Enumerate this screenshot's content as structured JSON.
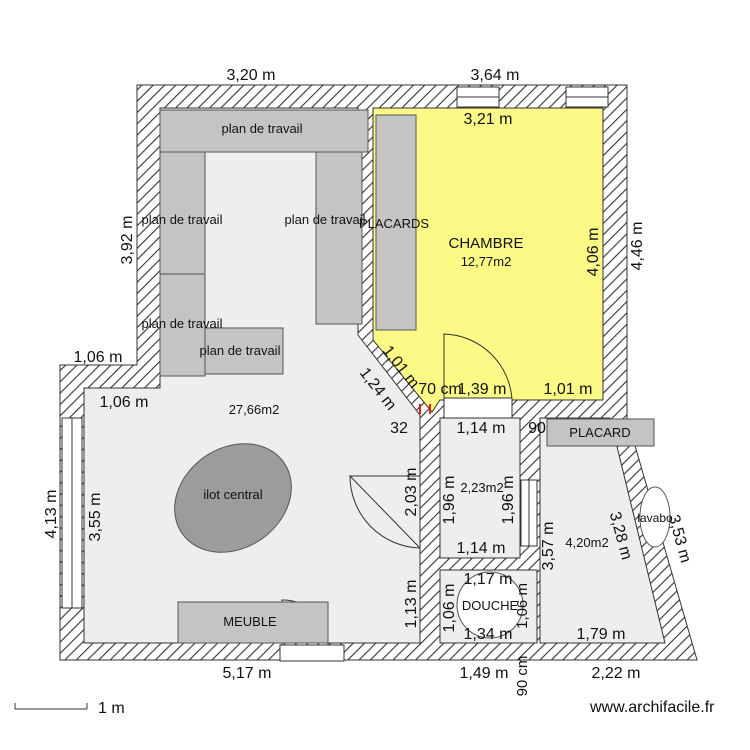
{
  "colors": {
    "wall_hatch": "#333333",
    "floor": "#eeeeef",
    "bedroom": "#fbfa86",
    "furniture": "#c4c4c6",
    "furniture_stroke": "#555555",
    "ilot": "#9c9c9c",
    "door_red": "#e02020"
  },
  "rooms": {
    "bedroom_name": "CHAMBRE",
    "bedroom_area": "12,77m2",
    "main_area": "27,66m2",
    "bath_area": "2,23m2",
    "right_area": "4,20m2"
  },
  "furniture": {
    "counter_top": "plan de travail",
    "counter_left": "plan de travail",
    "counter_mid": "plan de travail",
    "counter_lower_left": "plan de travail",
    "counter_small": "plan de travail",
    "closets": "PLACARDS",
    "placard": "PLACARD",
    "ilot": "ilot central",
    "meuble": "MEUBLE",
    "douche": "DOUCHE",
    "lavabo": "lavabo"
  },
  "dimensions": {
    "top_left": "3,20 m",
    "top_right": "3,64 m",
    "bedroom_top": "3,21 m",
    "left_upper": "3,92 m",
    "bedroom_right": "4,06 m",
    "right_outer": "4,46 m",
    "step_left_top": "1,06 m",
    "step_left_bottom": "1,06 m",
    "diag_1": "1,01 m",
    "diag_2": "1,24 m",
    "door_70": "70 cm",
    "bedroom_bottom": "1,39 m",
    "bedroom_right_bottom": "1,01 m",
    "small_32": "32",
    "bath_top": "1,14 m",
    "small_90": "90",
    "left_outer": "4,13 m",
    "left_inner": "3,55 m",
    "door_203": "2,03 m",
    "bath_left": "1,96 m",
    "bath_right": "1,96 m",
    "right_diag": "3,28 m",
    "right_diag_2": "3,53 m",
    "right_vert": "3,57 m",
    "bath_bottom": "1,14 m",
    "shower_left": "1,06 m",
    "shower_left_outer": "1,13 m",
    "shower_top": "1,17 m",
    "shower_bottom": "1,34 m",
    "shower_right": "1,06 m",
    "shower_right_90": "90 cm",
    "right_bottom": "1,79 m",
    "bottom_left": "5,17 m",
    "bottom_mid": "1,49 m",
    "bottom_right": "2,22 m"
  },
  "scale": {
    "label": "1 m"
  },
  "watermark": "www.archifacile.fr"
}
